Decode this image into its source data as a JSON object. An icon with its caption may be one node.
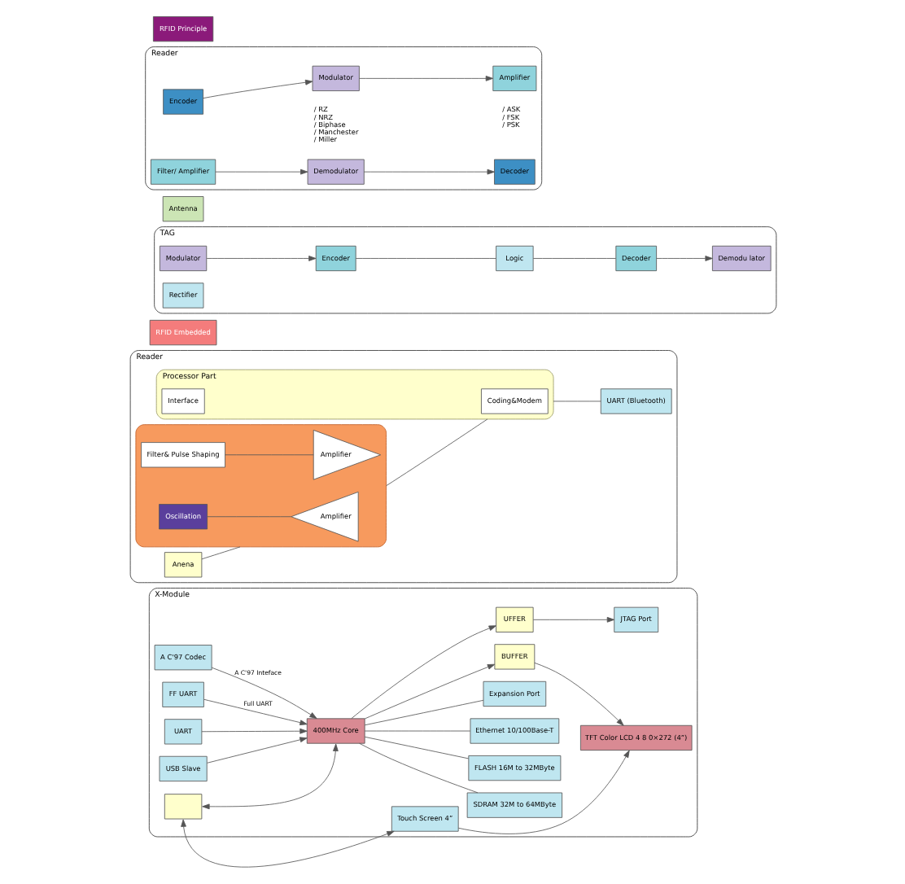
{
  "diagram": {
    "nodes": [
      {
        "text": [
          "RFID Principle"
        ]
      },
      {
        "text": [
          "Reader"
        ]
      },
      {
        "text": [
          "Encoder"
        ],
        "in": 1,
        "beside": [
          "/ RZ",
          "/ NRZ",
          "/ Biphase",
          "/ Manchester",
          "/ Miller"
        ]
      },
      {
        "text": [
          "Modulator"
        ],
        "in": 1,
        "beside": [
          "/ ASK",
          "/ FSK",
          "/ PSK"
        ]
      },
      {
        "text": [
          "Amplifier"
        ],
        "in": 1
      },
      {
        "text": [
          "Decoder"
        ],
        "in": 1
      },
      {
        "text": [
          "Demodulator"
        ],
        "in": 1
      },
      {
        "text": [
          "Filter/ Amplifier"
        ],
        "in": 1
      },
      {
        "text": [
          "Antenna"
        ]
      },
      {
        "text": [
          "TAG"
        ]
      },
      {
        "text": [
          "Modulator"
        ],
        "in": 9
      },
      {
        "text": [
          "Encoder"
        ],
        "in": 9
      },
      {
        "text": [
          "Rectifier"
        ],
        "in": 9
      },
      {
        "text": [
          "Logic"
        ],
        "in": 9
      },
      {
        "text": [
          "Demodu lator"
        ],
        "in": 9
      },
      {
        "text": [
          "Decoder"
        ],
        "in": 9
      },
      {
        "text": [
          "RFID Embedded"
        ]
      },
      {
        "text": [
          "Reader"
        ]
      },
      {
        "text": [
          "Anena"
        ],
        "in": 17
      },
      {
        "text": [],
        "shape": "box",
        "in": 17
      },
      {
        "text": [
          "Amplifier"
        ],
        "in": 19
      },
      {
        "text": [
          "Oscillation"
        ],
        "in": 19
      },
      {
        "text": [
          "Amplifier"
        ],
        "in": 19
      },
      {
        "text": [
          "Filter& Pulse Shaping"
        ],
        "in": 19
      },
      {
        "text": [
          "Processor Part"
        ],
        "in": 17
      },
      {
        "text": [
          "Coding&Modem"
        ],
        "in": 24
      },
      {
        "text": [
          "Interface"
        ],
        "in": 24
      },
      {
        "text": [
          "UART (Bluetooth)"
        ],
        "in": 17
      },
      {
        "text": [
          "X-Module"
        ]
      },
      {
        "text": [
          "JTAG Port"
        ],
        "in": 28
      },
      {
        "text": [
          "UFFER"
        ],
        "in": 28
      },
      {
        "text": [
          "A C'97 Codec"
        ],
        "in": 28
      },
      {
        "text": [
          "FF UART"
        ],
        "in": 28
      },
      {
        "text": [
          "UART"
        ],
        "in": 28
      },
      {
        "text": [
          "USB Slave"
        ],
        "in": 28
      },
      {
        "text": [
          "400MHz Core"
        ],
        "in": 28
      },
      {
        "text": [
          "SDRAM 32M to 64MByte"
        ],
        "in": 28
      },
      {
        "text": [
          "FLASH 16M to 32MByte"
        ],
        "in": 28
      },
      {
        "text": [
          "Ethernet 10/100Base-T"
        ],
        "in": 28
      },
      {
        "text": [
          "Expansion Port"
        ],
        "in": 28
      },
      {
        "text": [],
        "shape": "box",
        "in": 28
      },
      {
        "text": [
          "BUFFER"
        ],
        "in": 28
      },
      {
        "text": [
          "Touch Screen 4”"
        ],
        "in": 28
      },
      {
        "text": [
          "TFT Color LCD 4 8 0×272 (4”)"
        ],
        "in": 28
      }
    ],
    "edges": [
      {
        "from": 2,
        "to": 3,
        "arrow": "to"
      },
      {
        "from": 3,
        "to": 4,
        "arrow": "to"
      },
      {
        "from": 7,
        "to": 6,
        "arrow": "to"
      },
      {
        "from": 6,
        "to": 5,
        "arrow": "to"
      },
      {
        "from": 10,
        "to": 11,
        "arrow": "to"
      },
      {
        "from": 11,
        "to": 13,
        "arrow": "none"
      },
      {
        "from": 13,
        "to": 15,
        "arrow": "none"
      },
      {
        "from": 15,
        "to": 14,
        "arrow": "to"
      },
      {
        "from": 18,
        "to": 19,
        "arrow": "none"
      },
      {
        "from": 21,
        "to": 20,
        "arrow": "none"
      },
      {
        "from": 23,
        "to": 22,
        "arrow": "none"
      },
      {
        "from": 19,
        "to": 24,
        "arrow": "none"
      },
      {
        "from": 24,
        "to": 27,
        "arrow": "none"
      },
      {
        "from": 35,
        "to": 30,
        "arrow": "to"
      },
      {
        "from": 30,
        "to": 29,
        "arrow": "to"
      },
      {
        "from": 31,
        "to": 35,
        "arrow": "to",
        "label": "A C'97 Inteface"
      },
      {
        "from": 32,
        "to": 35,
        "arrow": "to",
        "label": "Full UART"
      },
      {
        "from": 33,
        "to": 35,
        "arrow": "to"
      },
      {
        "from": 34,
        "to": 35,
        "arrow": "to"
      },
      {
        "from": 35,
        "to": 36,
        "arrow": "none"
      },
      {
        "from": 35,
        "to": 37,
        "arrow": "none"
      },
      {
        "from": 35,
        "to": 38,
        "arrow": "none"
      },
      {
        "from": 35,
        "to": 39,
        "arrow": "none"
      },
      {
        "from": 40,
        "to": 35,
        "arrow": "both"
      },
      {
        "from": 40,
        "to": 42,
        "arrow": "both"
      },
      {
        "from": 35,
        "to": 41,
        "arrow": "to"
      },
      {
        "from": 41,
        "to": 43,
        "arrow": "to"
      },
      {
        "from": 42,
        "to": 43,
        "arrow": "to"
      }
    ]
  }
}
